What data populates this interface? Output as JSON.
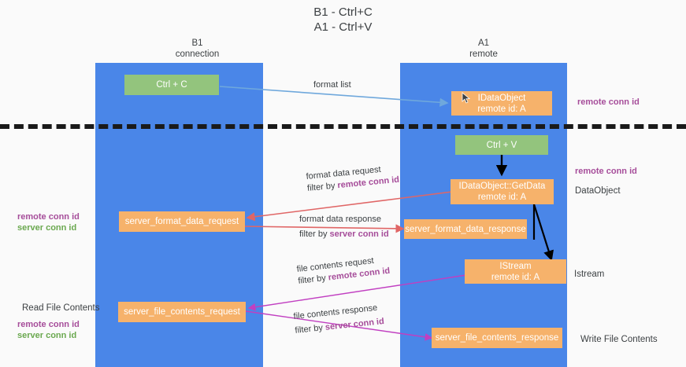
{
  "title": {
    "line1": "B1 - Ctrl+C",
    "line2": "A1 - Ctrl+V"
  },
  "columns": [
    {
      "name": "B1",
      "sub": "connection"
    },
    {
      "name": "A1",
      "sub": "remote"
    }
  ],
  "colors": {
    "lane": "#4a86e8",
    "green_box": "#93c47d",
    "orange_box": "#f6b26b",
    "purple_text": "#a64d9a",
    "green_text": "#6aa84f",
    "blue_arrow": "#6fa8dc",
    "red_arrow": "#e06666",
    "magenta_arrow": "#c13fc1",
    "black_arrow": "#000000",
    "divider": "#1a1a1a",
    "background": "#fafafa"
  },
  "nodes": {
    "ctrl_c": {
      "label": "Ctrl + C"
    },
    "ctrl_v": {
      "label": "Ctrl + V"
    },
    "idataobject": {
      "line1": "IDataObject",
      "line2": "remote id: A"
    },
    "getdata": {
      "line1": "IDataObject::GetData",
      "line2": "remote id: A"
    },
    "istream": {
      "line1": "IStream",
      "line2": "remote id: A"
    },
    "server_format_data_request": {
      "label": "server_format_data_request"
    },
    "server_format_data_response": {
      "label": "server_format_data_response"
    },
    "server_file_contents_request": {
      "label": "server_file_contents_request"
    },
    "server_file_contents_response": {
      "label": "server_file_contents_response"
    }
  },
  "edge_labels": {
    "format_list": "format list",
    "format_data_request": {
      "line1": "format data request",
      "prefix": "filter by ",
      "token": "remote conn id"
    },
    "format_data_response": {
      "line1": "format data response",
      "prefix": "filter by ",
      "token": "server conn id"
    },
    "file_contents_request": {
      "line1": "file contents request",
      "prefix": "filter by ",
      "token": "remote conn id"
    },
    "file_contents_response": {
      "line1": "file contents response",
      "prefix": "filter by ",
      "token": "server conn id"
    }
  },
  "annotations": {
    "right_remote_conn_id_top": "remote conn id",
    "right_remote_conn_id_mid": "remote conn id",
    "right_dataobject": "DataObject",
    "right_istream": "Istream",
    "right_write_file_contents": "Write File Contents",
    "left_remote_conn_id_mid": "remote conn id",
    "left_server_conn_id_mid": "server conn id",
    "left_read_file_contents": "Read File Contents",
    "left_remote_conn_id_bottom": "remote conn id",
    "left_server_conn_id_bottom": "server conn id"
  }
}
